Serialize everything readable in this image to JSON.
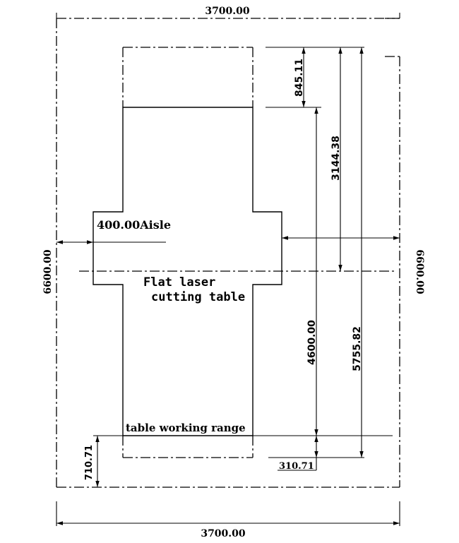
{
  "dimensions": {
    "top_width": "3700.00",
    "bottom_width": "3700.00",
    "left_height": "6600.00",
    "right_height": "6600.00",
    "top_gap": "845.11",
    "half_length": "3144.38",
    "machine_length": "4600.00",
    "total_length": "5755.82",
    "bottom_offset": "710.71",
    "end_gap": "310.71"
  },
  "labels": {
    "aisle": "400.00Aisle",
    "table_line1": "Flat  laser",
    "table_line2": "cutting table",
    "working_range": "table working range"
  }
}
